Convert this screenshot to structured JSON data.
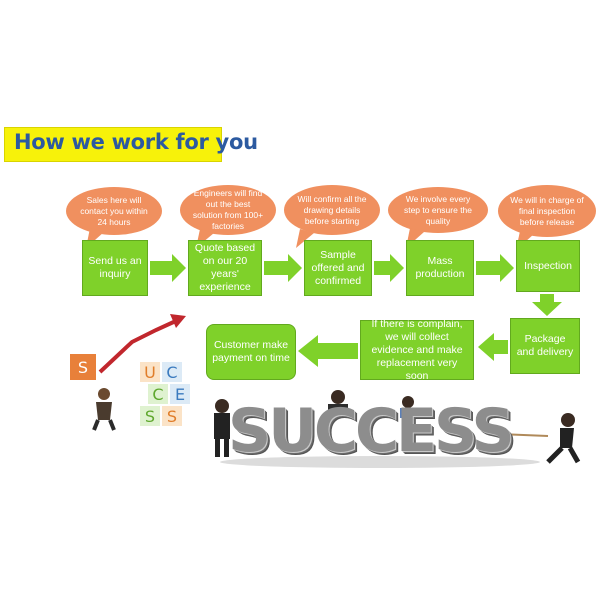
{
  "title": "How we work for you",
  "bubbles": [
    "Sales here will contact you within 24 hours",
    "Engineers will find out the best solution from 100+ factories",
    "Will confirm all the drawing details before starting",
    "We involve every step to ensure the quality",
    "We will in charge of final inspection before release"
  ],
  "steps": [
    "Send us an inquiry",
    "Quote based on our 20 years' experience",
    "Sample offered and confirmed",
    "Mass production",
    "Inspection",
    "Package and delivery",
    "If there is complain, we will collect evidence and make replacement very soon",
    "Customer make payment on time"
  ],
  "decor": {
    "success_word": "SUCCESS",
    "cubes": [
      "S",
      "U",
      "C",
      "C",
      "E",
      "S",
      "S"
    ]
  },
  "colors": {
    "bubble": "#f0905f",
    "step": "#7fd12a",
    "arrow": "#7fd12a",
    "title_bg": "#f7f20a",
    "title_text": "#2c5aa0"
  }
}
